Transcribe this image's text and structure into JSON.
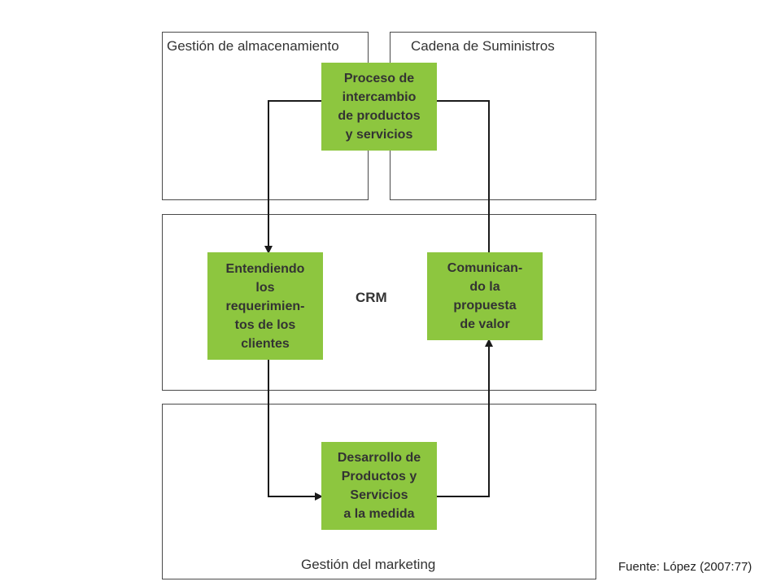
{
  "regions": {
    "warehouse": "Gestión de almacenamiento",
    "supply_chain": "Cadena de Suministros",
    "crm": "CRM",
    "marketing": "Gestión del marketing"
  },
  "process_boxes": {
    "exchange": "Proceso de\nintercambio\nde productos\ny servicios",
    "requirements": "Entendiendo\nlos\nrequerimien-\ntos de los\nclientes",
    "value": "Comunican-\ndo la\npropuesta\nde valor",
    "development": "Desarrollo de\nProductos y\nServicios\na la medida"
  },
  "colors": {
    "box_fill": "#8dc63f",
    "border": "#4a4a4a",
    "arrow": "#1a1a1a"
  },
  "source_note": "Fuente: López (2007:77)"
}
